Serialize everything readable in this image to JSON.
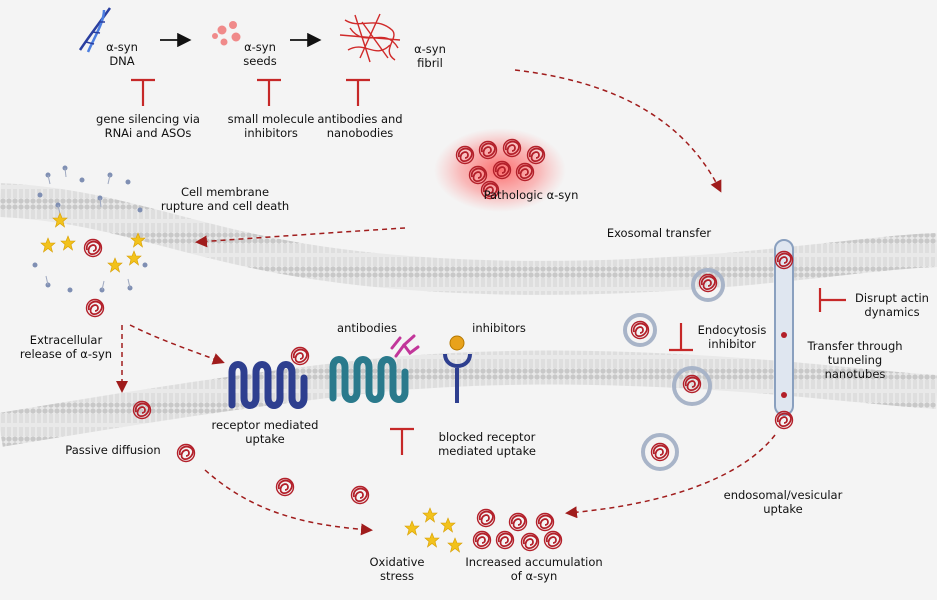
{
  "labels": {
    "syn_dna": "α-syn\nDNA",
    "syn_seeds": "α-syn\nseeds",
    "syn_fibril": "α-syn\nfibril",
    "gene_silencing": "gene silencing via\nRNAi and ASOs",
    "small_molecule": "small molecule\ninhibitors",
    "antibodies_nanobodies": "antibodies and\nnanobodies",
    "pathologic": "Pathologic α-syn",
    "membrane_rupture": "Cell membrane\nrupture and cell death",
    "exosomal": "Exosomal transfer",
    "disrupt_actin": "Disrupt actin\ndynamics",
    "extracellular": "Extracellular\nrelease of α-syn",
    "antibodies": "antibodies",
    "inhibitors": "inhibitors",
    "endocytosis_inhibitor": "Endocytosis\ninhibitor",
    "tunneling": "Transfer through\ntunneling\nnanotubes",
    "receptor_uptake": "receptor mediated\nuptake",
    "passive": "Passive diffusion",
    "blocked_receptor": "blocked receptor\nmediated uptake",
    "endosomal": "endosomal/vesicular\nuptake",
    "oxidative": "Oxidative\nstress",
    "accumulation": "Increased accumulation\nof α-syn"
  },
  "colors": {
    "inhibit_red": "#c62828",
    "arrow_red": "#a01c1c",
    "membrane": "#cfcfcf",
    "receptor_blue": "#2e3f8f",
    "receptor_teal": "#2a7a8c",
    "antibody_pink": "#c2369a",
    "inhibitor_gold": "#e8a21c",
    "star_gold": "#f2c21c",
    "dna_blue": "#2a3fa0"
  }
}
